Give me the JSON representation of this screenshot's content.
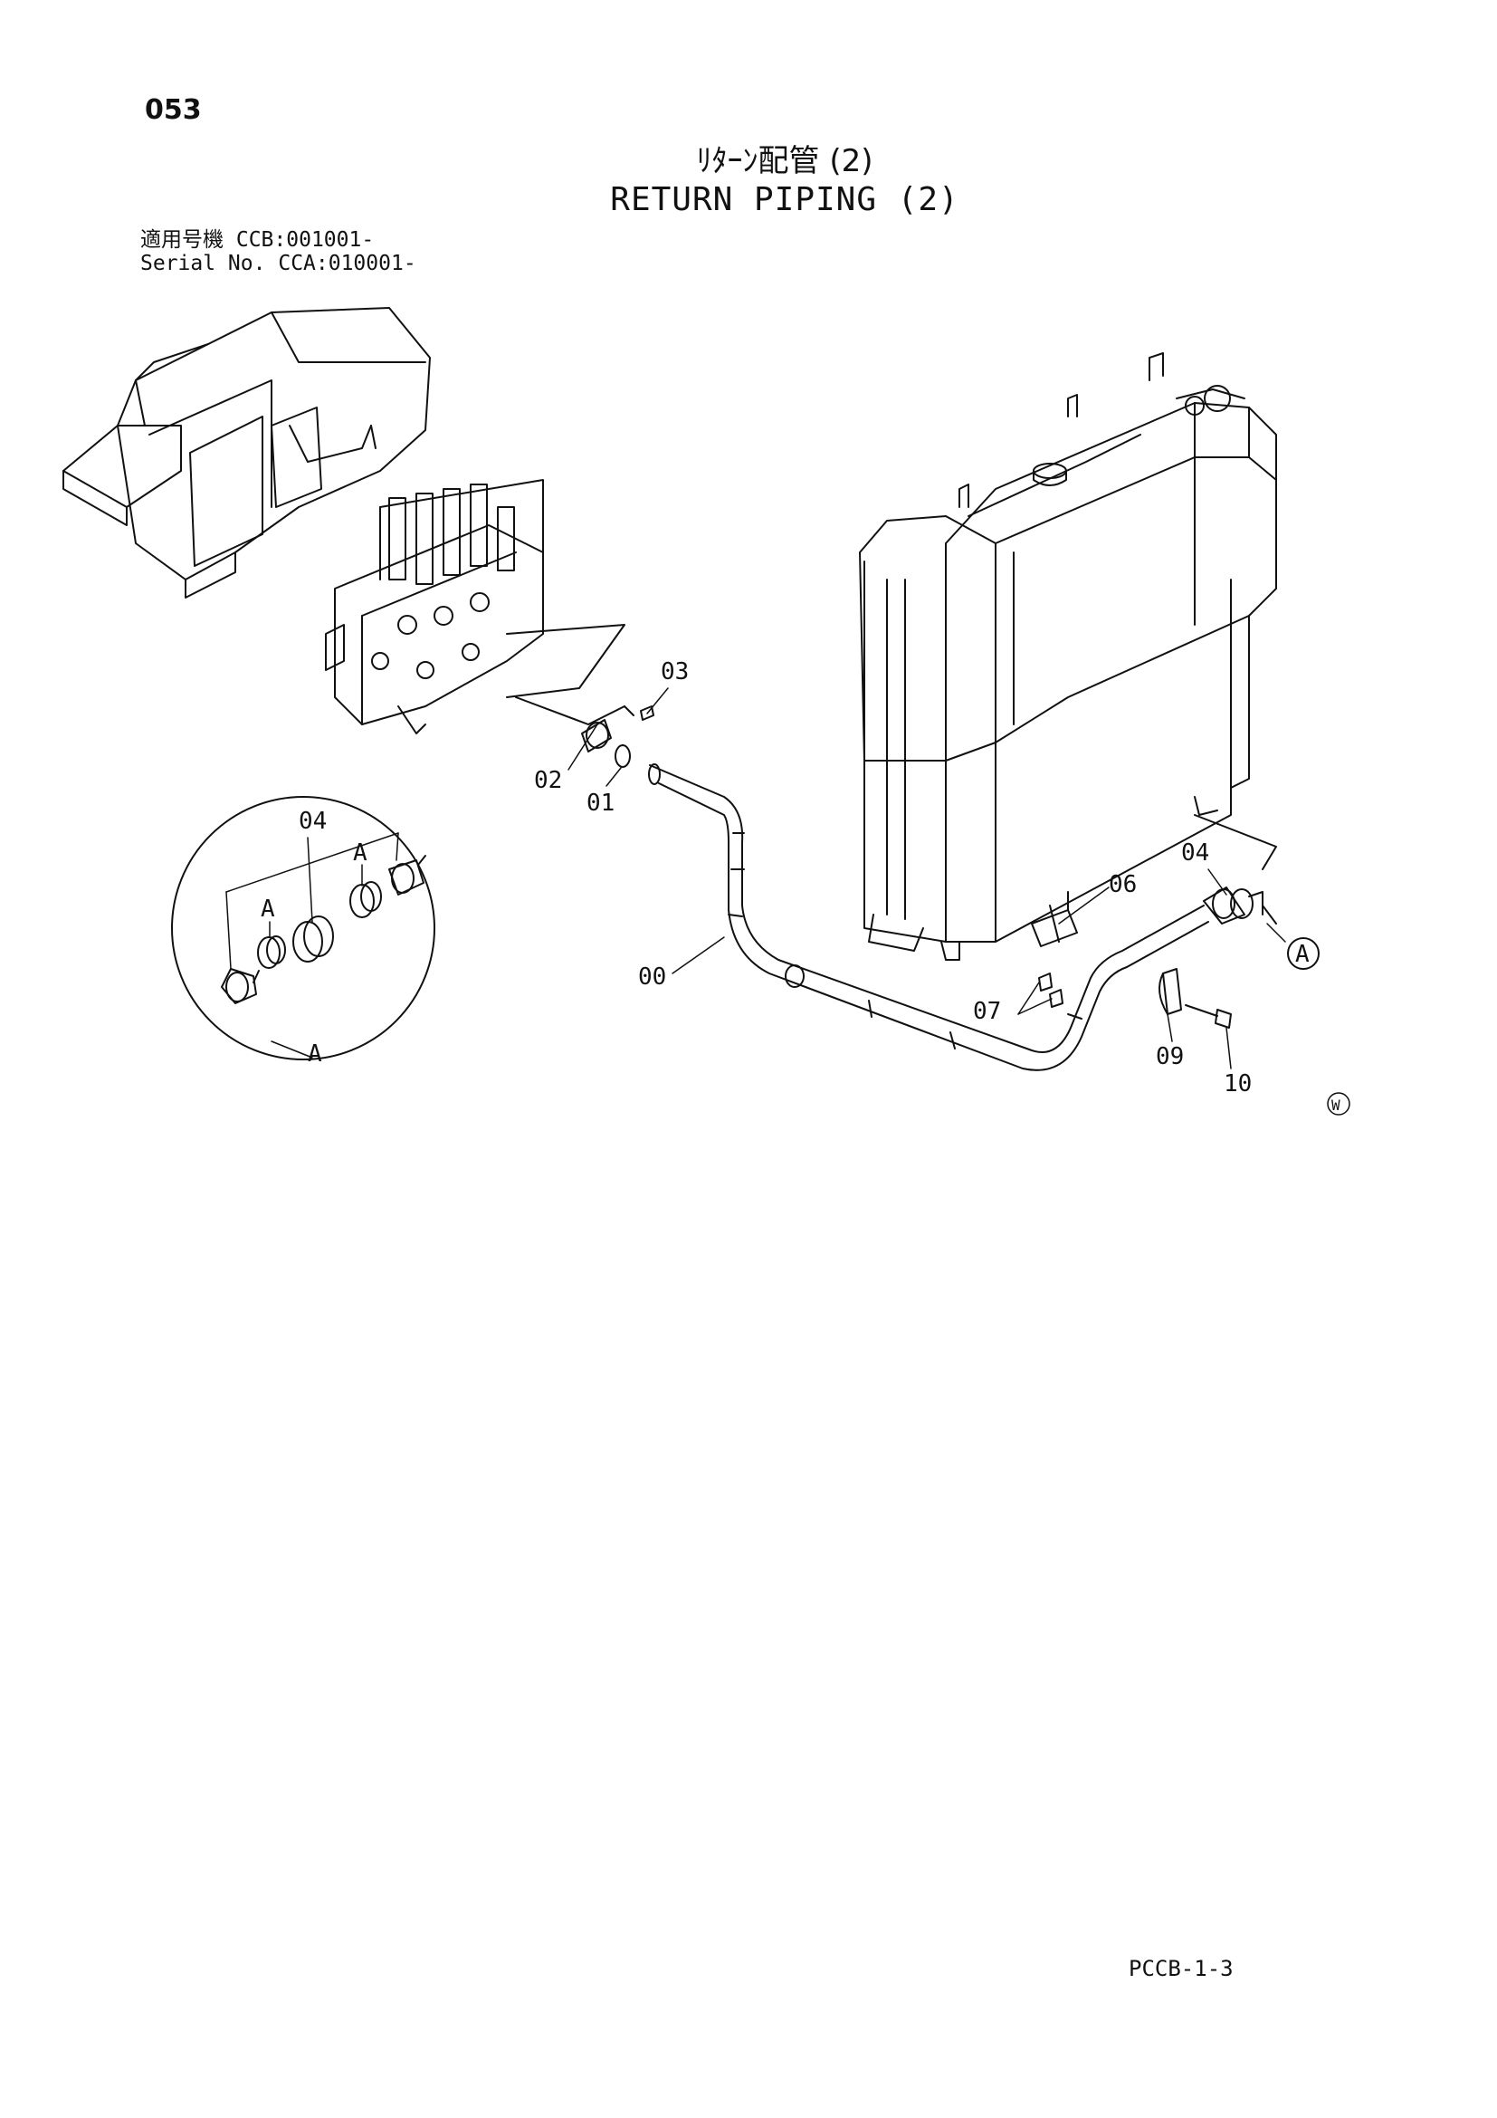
{
  "page": {
    "number": "053",
    "footer_code": "PCCB-1-3"
  },
  "title": {
    "japanese": "ﾘﾀｰﾝ配管 (2)",
    "english": "RETURN PIPING (2)"
  },
  "applicability": {
    "line1_label": "適用号機",
    "line1_value": "CCB:001001-",
    "line2_label": "Serial No.",
    "line2_value": "CCA:010001-"
  },
  "callouts": {
    "p00": "00",
    "p01": "01",
    "p02": "02",
    "p03": "03",
    "p04_main": "04",
    "p04_detail": "04",
    "p06": "06",
    "p07": "07",
    "p09": "09",
    "p10": "10",
    "detail_ref_a": "A",
    "detail_a1": "A",
    "detail_a2": "A",
    "detail_title": "A",
    "w_mark": "W"
  }
}
